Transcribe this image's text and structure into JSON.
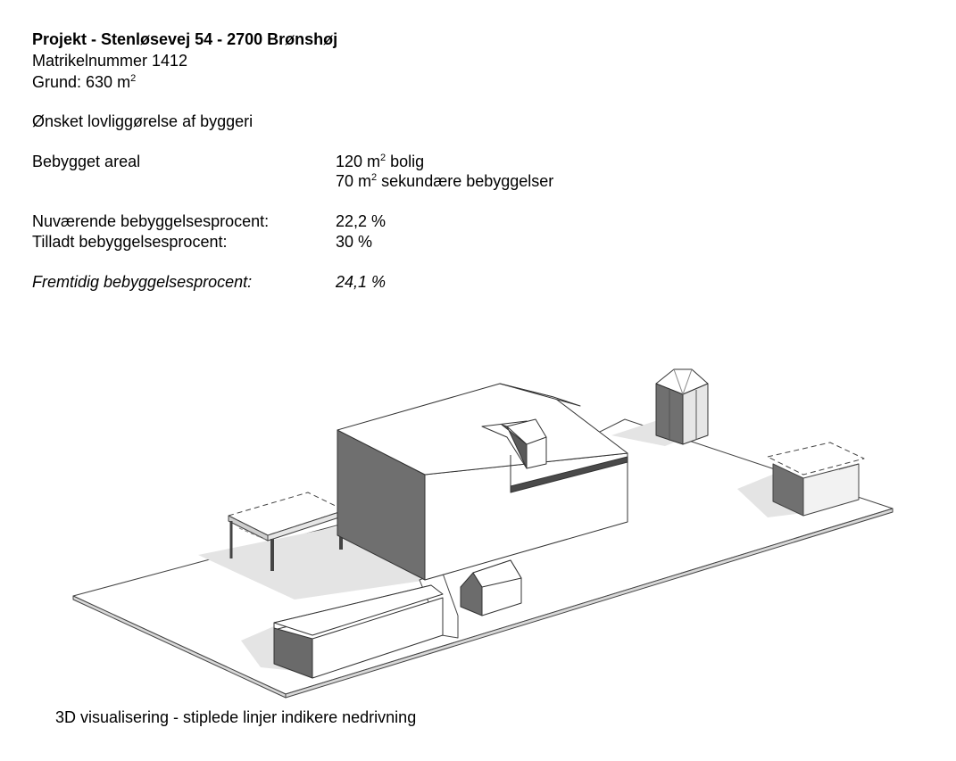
{
  "header": {
    "project": "Projekt - Stenløsevej 54 - 2700 Brønshøj",
    "matrikel": "Matrikelnummer 1412",
    "grund_prefix": "Grund: 630 m",
    "grund_sup": "2"
  },
  "subtitle": "Ønsket lovliggørelse af byggeri",
  "bebygget": {
    "label": "Bebygget areal",
    "line1_prefix": "120 m",
    "line1_sup": "2",
    "line1_suffix": " bolig",
    "line2_prefix": "70 m",
    "line2_sup": "2",
    "line2_suffix": " sekundære bebyggelser"
  },
  "procent": {
    "nuvaerende_label": "Nuværende bebyggelsesprocent:",
    "nuvaerende_value": "22,2 %",
    "tilladt_label": "Tilladt bebyggelsesprocent:",
    "tilladt_value": "30 %",
    "fremtidig_label": "Fremtidig bebyggelsesprocent:",
    "fremtidig_value": "24,1 %"
  },
  "caption": "3D visualisering - stiplede linjer indikere nedrivning"
}
